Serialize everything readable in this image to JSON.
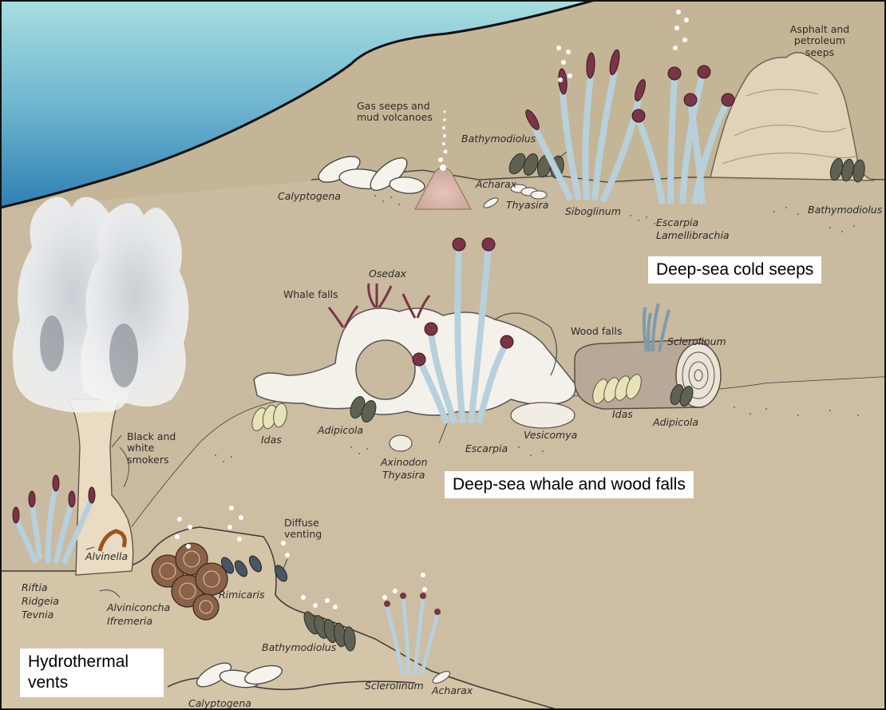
{
  "colors": {
    "ocean_top": "#a8dee0",
    "ocean_bottom": "#2f7fb5",
    "seafloor": "#c9baa0",
    "upper_shelf": "#c4b597",
    "tube_worm_tube": "#b7d0dc",
    "tube_worm_plume": "#7a3447",
    "mussel": "#5f6152",
    "clam_shell": "#f2efe6",
    "outline": "#3a3a3a"
  },
  "region_labels": {
    "cold_seeps": "Deep-sea cold seeps",
    "whale_wood": "Deep-sea whale and wood falls",
    "vents": "Hydrothermal vents"
  },
  "labels": {
    "asphalt": "Asphalt and petroleum seeps",
    "gas_seeps": "Gas seeps and mud volcanoes",
    "bathymodiolus_top": "Bathymodiolus",
    "calyptogena_top": "Calyptogena",
    "acharax_top": "Acharax",
    "thyasira_top": "Thyasira",
    "siboglinum": "Siboglinum",
    "escarpia_top": "Escarpia",
    "lamellibrachia": "Lamellibrachia",
    "bathymodiolus_right": "Bathymodiolus",
    "osedax": "Osedax",
    "whale_falls": "Whale falls",
    "wood_falls": "Wood falls",
    "sclerolinum_wood": "Sclerolinum",
    "idas_left": "Idas",
    "adipicola_left": "Adipicola",
    "axinodon": "Axinodon",
    "thyasira_mid": "Thyasira",
    "escarpia_mid": "Escarpia",
    "vesicomya": "Vesicomya",
    "idas_right": "Idas",
    "adipicola_right": "Adipicola",
    "black_white_smokers": "Black and white smokers",
    "diffuse_venting": "Diffuse venting",
    "alvinella": "Alvinella",
    "riftia": "Riftia",
    "ridgeia": "Ridgeia",
    "tevnia": "Tevnia",
    "alviniconcha": "Alviniconcha",
    "ifremeria": "Ifremeria",
    "rimicaris": "Rimicaris",
    "bathymodiolus_bottom": "Bathymodiolus",
    "sclerolinum_bottom": "Sclerolinum",
    "acharax_bottom": "Acharax",
    "calyptogena_bottom": "Calyptogena"
  }
}
